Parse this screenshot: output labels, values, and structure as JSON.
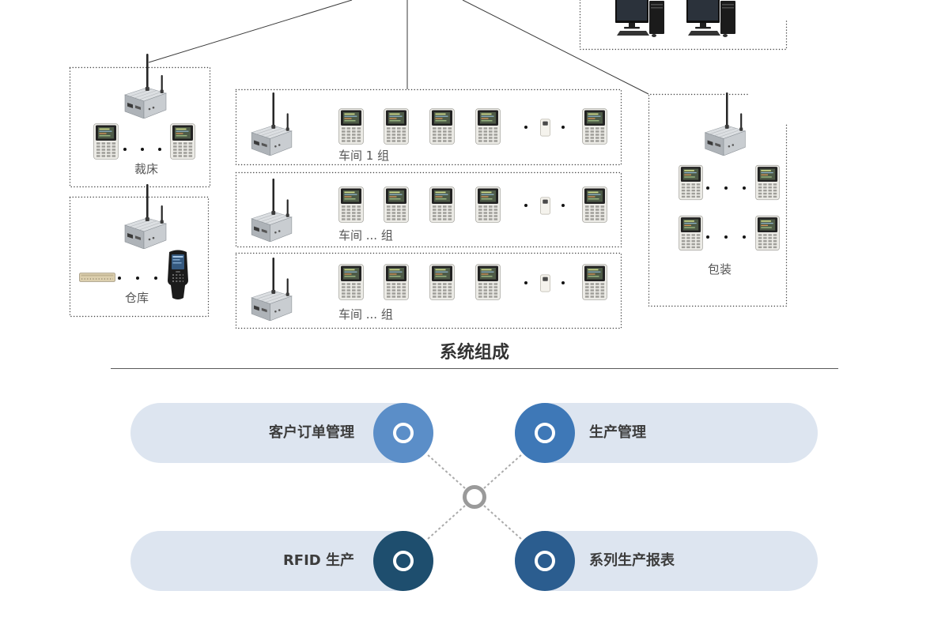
{
  "diagram": {
    "zones": {
      "cutting": {
        "label": "裁床"
      },
      "warehouse": {
        "label": "仓库"
      },
      "workshops": [
        {
          "label": "车间 1 组"
        },
        {
          "label": "车间 ... 组"
        },
        {
          "label": "车间 ... 组"
        }
      ],
      "packaging": {
        "label": "包装"
      }
    },
    "icons": {
      "gateway": "wireless-gateway-icon",
      "terminal": "handheld-terminal-icon",
      "tag_reader": "rfid-tag-reader-icon",
      "fixed_reader": "fixed-rfid-reader-icon",
      "scanner": "handheld-scanner-icon",
      "computer": "desktop-computer-icon"
    }
  },
  "section": {
    "title": "系统组成"
  },
  "modules": [
    {
      "label": "客户订单管理",
      "color": "#5b8ec8"
    },
    {
      "label": "生产管理",
      "color": "#3e78b7"
    },
    {
      "label": "RFID 生产",
      "color": "#1e4e6e"
    },
    {
      "label": "系列生产报表",
      "color": "#2b5d8f"
    }
  ],
  "colors": {
    "pill_background": "#dde5f0",
    "hub_ring": "#9a9a9a"
  }
}
